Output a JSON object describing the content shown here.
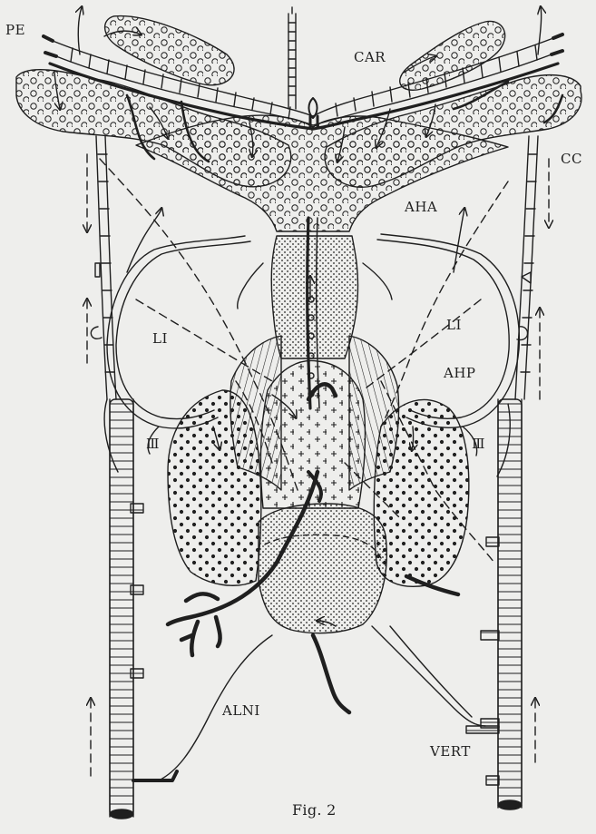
{
  "figure": {
    "caption": "Fig. 2",
    "labels": {
      "pe": "PE",
      "car": "CAR",
      "cc": "CC",
      "aha": "AHA",
      "li_left": "LI",
      "li_right": "LI",
      "ahp": "AHP",
      "iii_left": "Ⅲ",
      "iii_right": "Ⅲ",
      "alni": "ALNI",
      "vert": "VERT"
    }
  },
  "colors": {
    "ink": "#1f1f1f",
    "paper": "#eeeeec"
  }
}
